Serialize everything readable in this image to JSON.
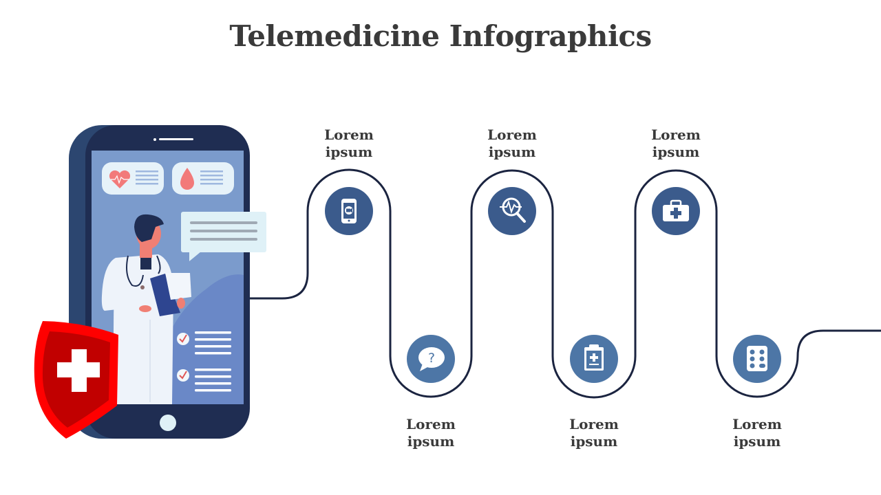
{
  "title": "Telemedicine Infographics",
  "steps": [
    {
      "label_line1": "Lorem",
      "label_line2": "ipsum",
      "icon": "phone-video-icon"
    },
    {
      "label_line1": "Lorem",
      "label_line2": "ipsum",
      "icon": "question-chat-icon"
    },
    {
      "label_line1": "Lorem",
      "label_line2": "ipsum",
      "icon": "heartbeat-magnifier-icon"
    },
    {
      "label_line1": "Lorem",
      "label_line2": "ipsum",
      "icon": "medical-clipboard-icon"
    },
    {
      "label_line1": "Lorem",
      "label_line2": "ipsum",
      "icon": "first-aid-kit-icon"
    },
    {
      "label_line1": "Lorem",
      "label_line2": "ipsum",
      "icon": "pills-icon"
    }
  ],
  "colors": {
    "title": "#3a3a3a",
    "path": "#1b2440",
    "circle_dark": "#3b5b8c",
    "circle_light": "#4d76a6",
    "phone": "#1f2d52",
    "screen": "#7b9bcc",
    "shield": "#ff0000"
  }
}
